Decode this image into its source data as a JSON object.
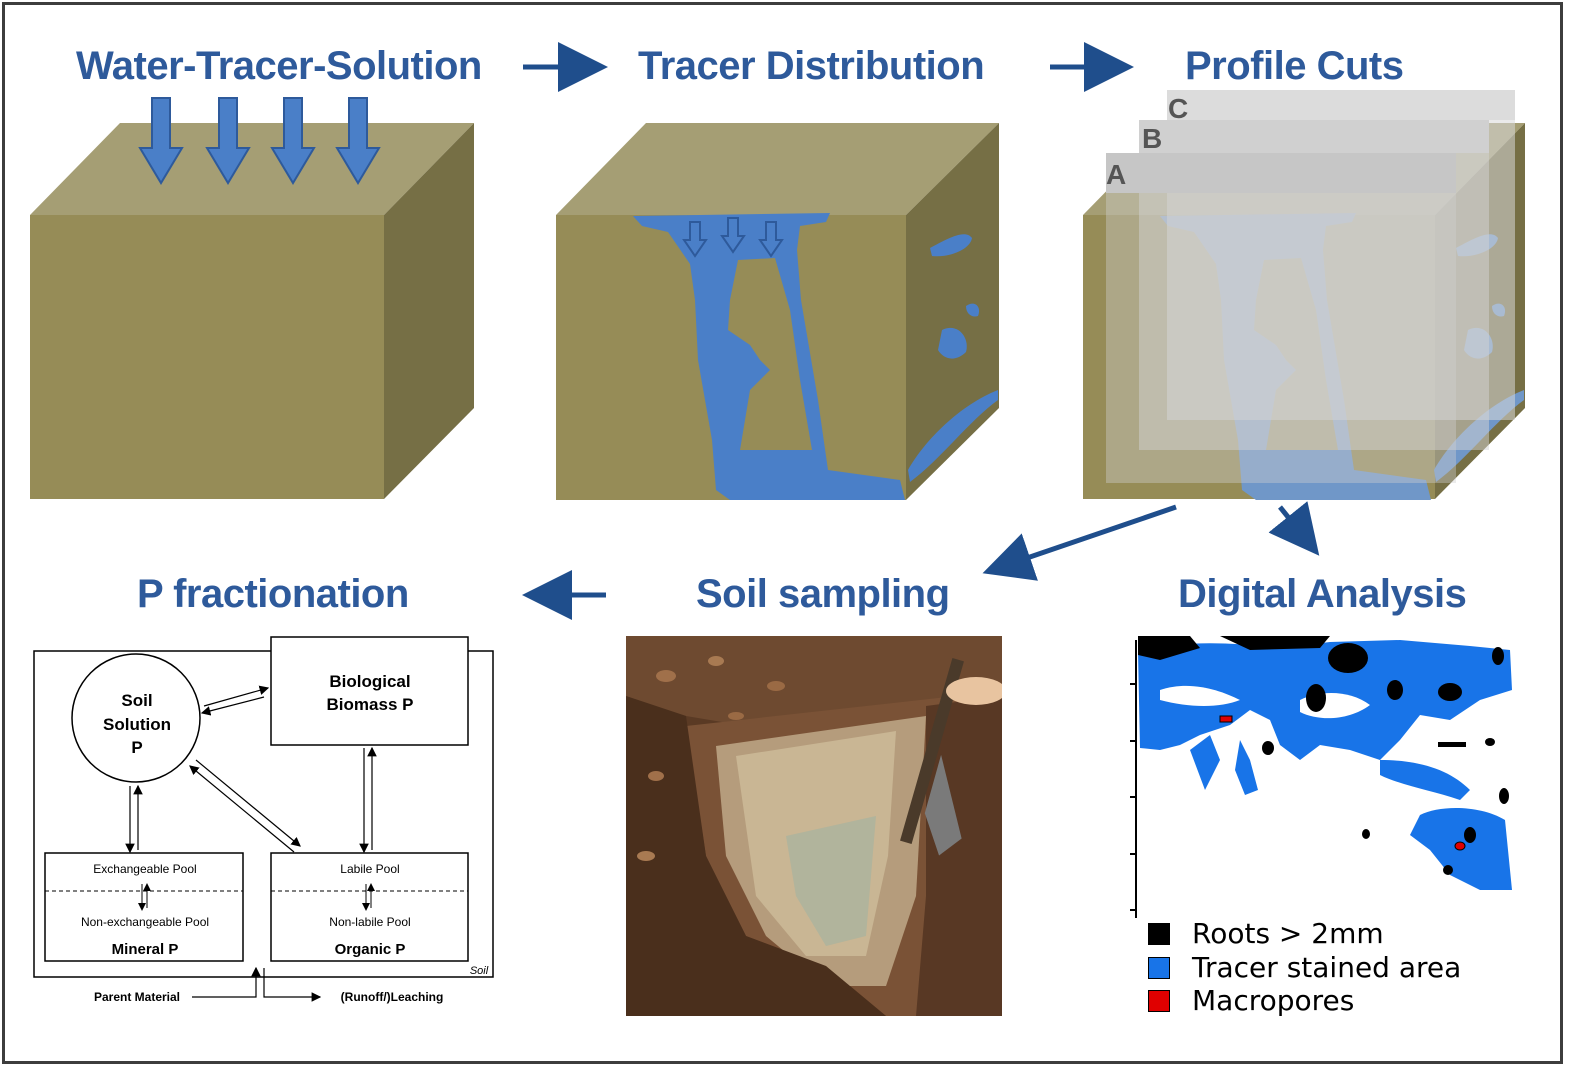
{
  "titles": {
    "water_tracer": "Water-Tracer-Solution",
    "tracer_distribution": "Tracer Distribution",
    "profile_cuts": "Profile Cuts",
    "p_fractionation": "P fractionation",
    "soil_sampling": "Soil sampling",
    "digital_analysis": "Digital Analysis"
  },
  "profile_labels": {
    "a": "A",
    "b": "B",
    "c": "C"
  },
  "p_diagram": {
    "soil_solution": [
      "Soil",
      "Solution",
      "P"
    ],
    "biological": [
      "Biological",
      "Biomass P"
    ],
    "mineral": {
      "top": "Exchangeable Pool",
      "bottom": "Non-exchangeable Pool",
      "name": "Mineral P"
    },
    "organic": {
      "top": "Labile Pool",
      "bottom": "Non-labile Pool",
      "name": "Organic P"
    },
    "soil_label": "Soil",
    "parent_material": "Parent Material",
    "leaching": "(Runoff/)Leaching"
  },
  "legend": [
    {
      "label": "Roots > 2mm",
      "color": "#000000"
    },
    {
      "label": "Tracer stained area",
      "color": "#1874e8"
    },
    {
      "label": "Macropores",
      "color": "#e00000"
    }
  ],
  "colors": {
    "title": "#2e5a9b",
    "soil_top": "#a59e74",
    "soil_front": "#968c57",
    "soil_side": "#766f45",
    "tracer": "#4a7fc8",
    "tracer_blue": "#1874e8"
  }
}
